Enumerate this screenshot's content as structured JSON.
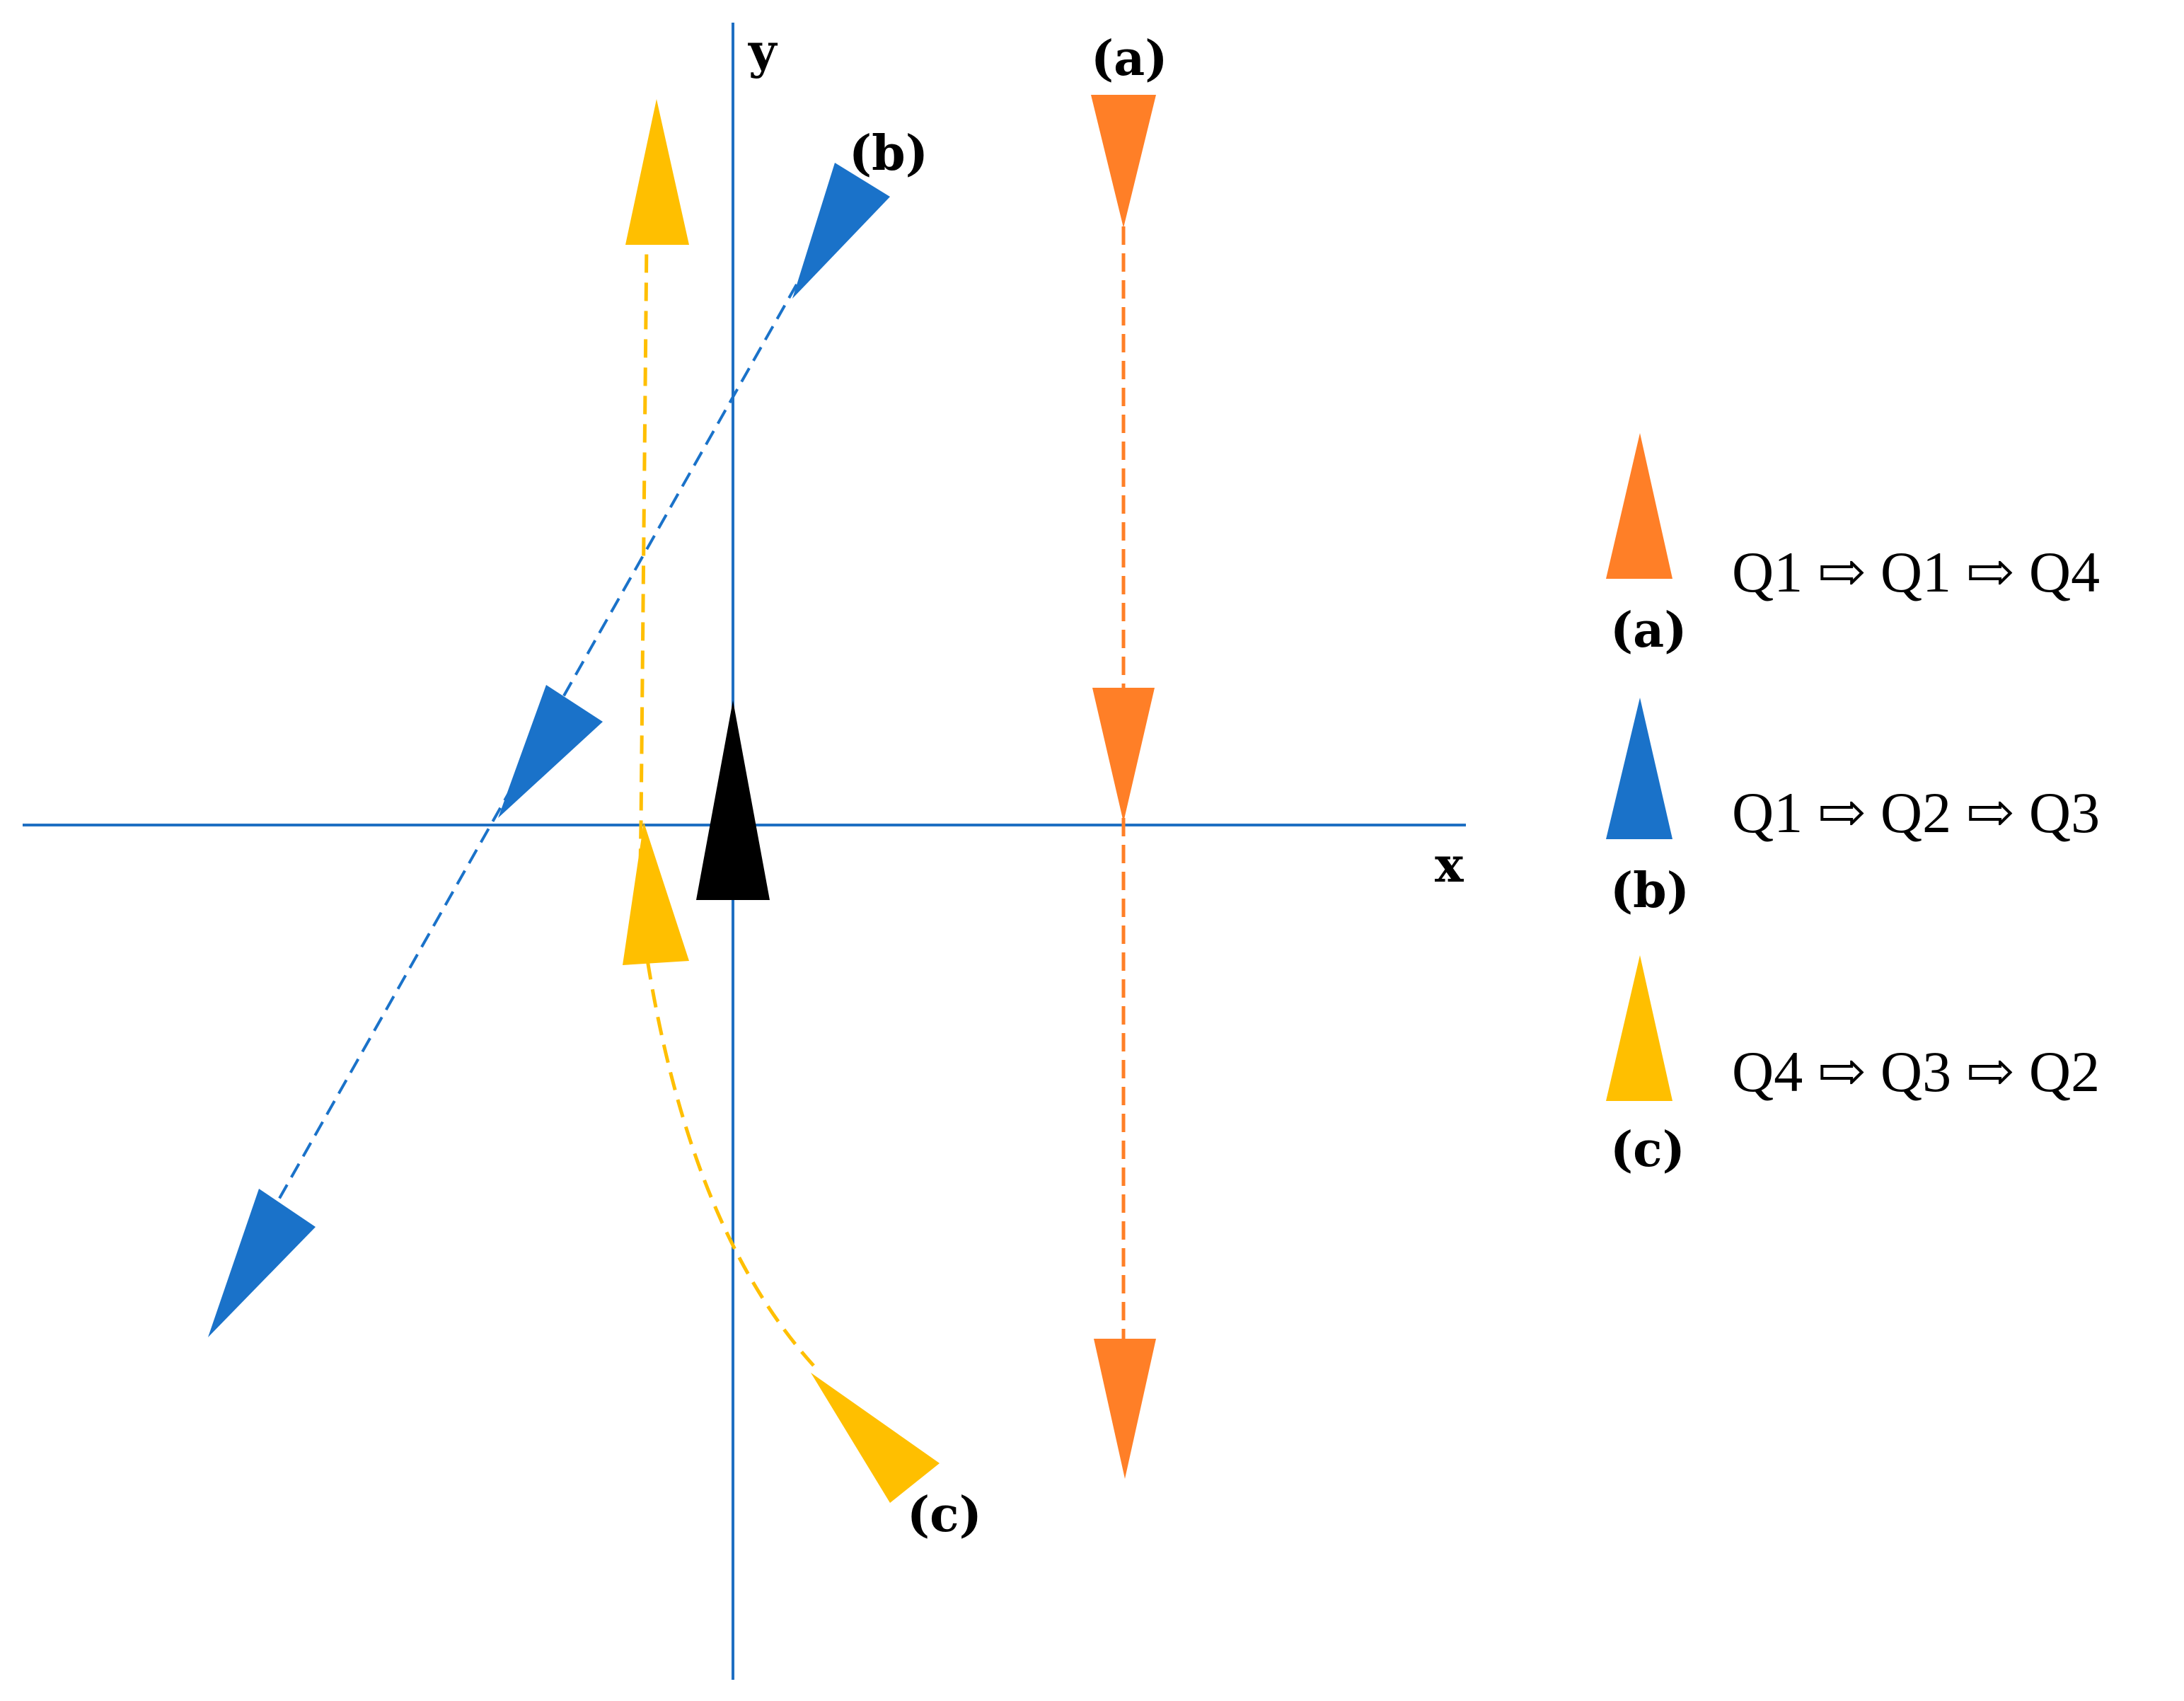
{
  "axes": {
    "x_label": "x",
    "y_label": "y",
    "color": "#1f6fc2"
  },
  "paths": {
    "a": {
      "label": "(a)",
      "color": "#ff7f27"
    },
    "b": {
      "label": "(b)",
      "color": "#1a72c9"
    },
    "c": {
      "label": "(c)",
      "color": "#ffbf00"
    }
  },
  "origin_marker": {
    "color": "#000000"
  },
  "legend": {
    "items": [
      {
        "label": "(a)",
        "sequence": "Q1 ⇨ Q1 ⇨ Q4",
        "color": "#ff7f27"
      },
      {
        "label": "(b)",
        "sequence": "Q1 ⇨ Q2 ⇨ Q3",
        "color": "#1a72c9"
      },
      {
        "label": "(c)",
        "sequence": "Q4 ⇨ Q3 ⇨ Q2",
        "color": "#ffbf00"
      }
    ]
  }
}
